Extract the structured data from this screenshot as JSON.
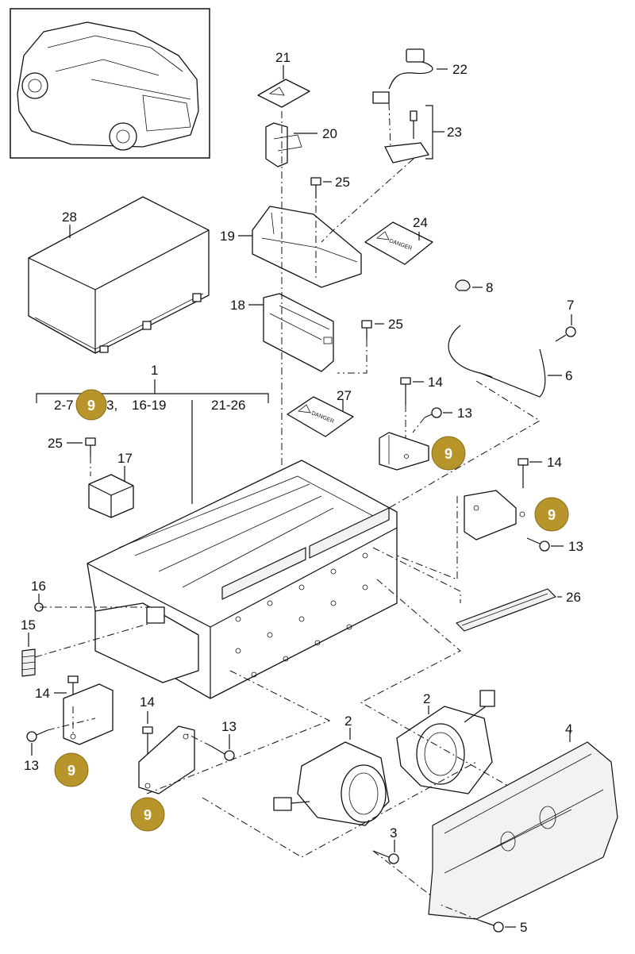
{
  "callouts": {
    "c1": "1",
    "c1_groups": [
      "2-7",
      "3,",
      "16-19",
      "21-26"
    ],
    "c2a": "2",
    "c2b": "2",
    "c3": "3",
    "c4": "4",
    "c5": "5",
    "c6": "6",
    "c7": "7",
    "c8": "8",
    "c13a": "13",
    "c13b": "13",
    "c13c": "13",
    "c13d": "13",
    "c14a": "14",
    "c14b": "14",
    "c14c": "14",
    "c14d": "14",
    "c15": "15",
    "c16": "16",
    "c17": "17",
    "c18": "18",
    "c19": "19",
    "c20": "20",
    "c21": "21",
    "c22": "22",
    "c23": "23",
    "c24": "24",
    "c25a": "25",
    "c25b": "25",
    "c25c": "25",
    "c26": "26",
    "c27": "27",
    "c28": "28"
  },
  "highlight": {
    "label": "9",
    "color": "#b8952a"
  },
  "warning_label_text": "DANGER"
}
